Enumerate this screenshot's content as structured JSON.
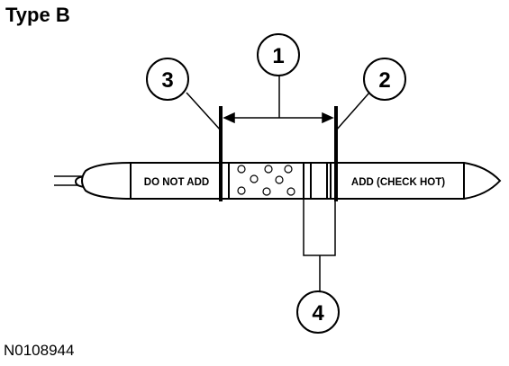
{
  "header": {
    "title": "Type B"
  },
  "footer": {
    "figure_id": "N0108944"
  },
  "dipstick": {
    "left_zone_label": "DO NOT ADD",
    "right_zone_label": "ADD (CHECK HOT)"
  },
  "callouts": [
    {
      "number": "1"
    },
    {
      "number": "2"
    },
    {
      "number": "3"
    },
    {
      "number": "4"
    }
  ],
  "colors": {
    "ink": "#000000",
    "paper": "#ffffff"
  }
}
